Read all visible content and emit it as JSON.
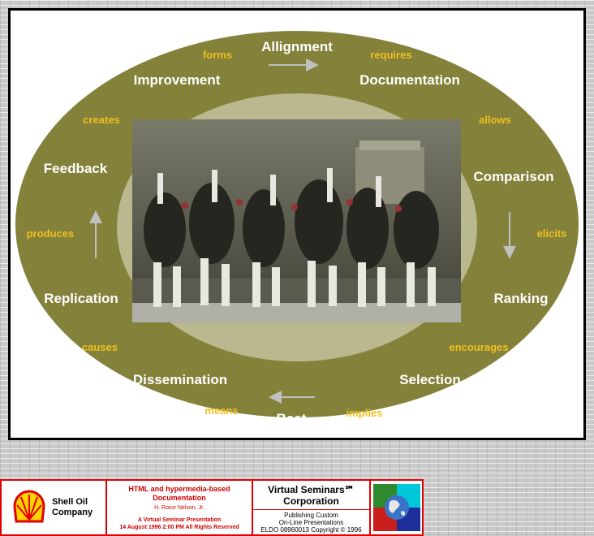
{
  "diagram": {
    "nodes": {
      "allignment": "Allignment",
      "documentation": "Documentation",
      "comparison": "Comparison",
      "ranking": "Ranking",
      "selection": "Selection",
      "best": "Best",
      "dissemination": "Dissemination",
      "replication": "Replication",
      "feedback": "Feedback",
      "improvement": "Improvement"
    },
    "relations": {
      "requires": "requires",
      "allows": "allows",
      "elicits": "elicits",
      "encourages": "encourages",
      "implies": "implies",
      "means": "means",
      "causes": "causes",
      "produces": "produces",
      "creates": "creates",
      "forms": "forms"
    },
    "colors": {
      "ring": "#84813a",
      "inner": "#b9b88f",
      "node_text": "#ffffff",
      "relation_text": "#f0c020",
      "arrow": "#c0c0c0"
    },
    "image_icon": "horse-team-photo"
  },
  "footer": {
    "shell": {
      "line1": "Shell Oil",
      "line2": "Company"
    },
    "title": {
      "line1": "HTML and hypermedia-based",
      "line2": "Documentation",
      "author": "H. Roice Nelson, Jr.",
      "subtitle": "A Virtual Seminar Presentation",
      "date": "14 August 1996  2:00 PM   All Rights Reserved"
    },
    "vs": {
      "line1": "Virtual Seminars℠",
      "line2": "Corporation",
      "line3": "Publishing Custom",
      "line4": "On-Line Presentations",
      "line5": "ELDO 08960013 Copyright © 1996"
    }
  }
}
